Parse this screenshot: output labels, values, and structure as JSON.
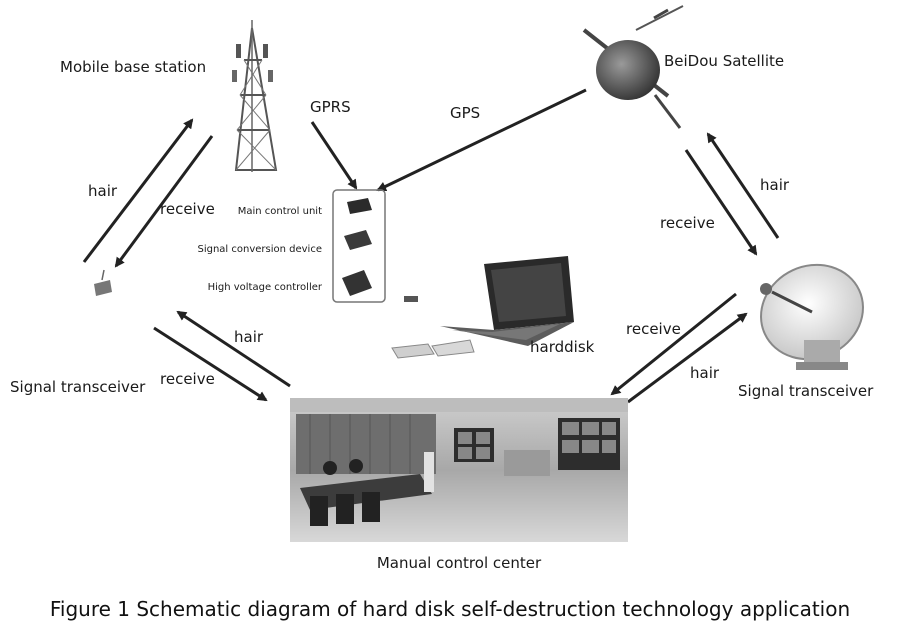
{
  "labels": {
    "mobile_base_station": "Mobile base station",
    "beidou_satellite": "BeiDou Satellite",
    "gprs": "GPRS",
    "gps": "GPS",
    "hair_left": "hair",
    "receive_left": "receive",
    "hair_right": "hair",
    "receive_right": "receive",
    "main_control_unit": "Main control unit",
    "signal_conversion_device": "Signal conversion device",
    "high_voltage_controller": "High voltage controller",
    "harddisk": "harddisk",
    "hair_bottom_left": "hair",
    "receive_bottom_left": "receive",
    "signal_transceiver_left": "Signal transceiver",
    "receive_bottom_right": "receive",
    "hair_bottom_right": "hair",
    "signal_transceiver_right": "Signal transceiver",
    "manual_control_center": "Manual control center"
  },
  "caption": "Figure 1 Schematic diagram of hard disk self-destruction technology application",
  "colors": {
    "arrow": "#222222",
    "background": "#ffffff",
    "photo_grey": "#9a9a9a"
  }
}
